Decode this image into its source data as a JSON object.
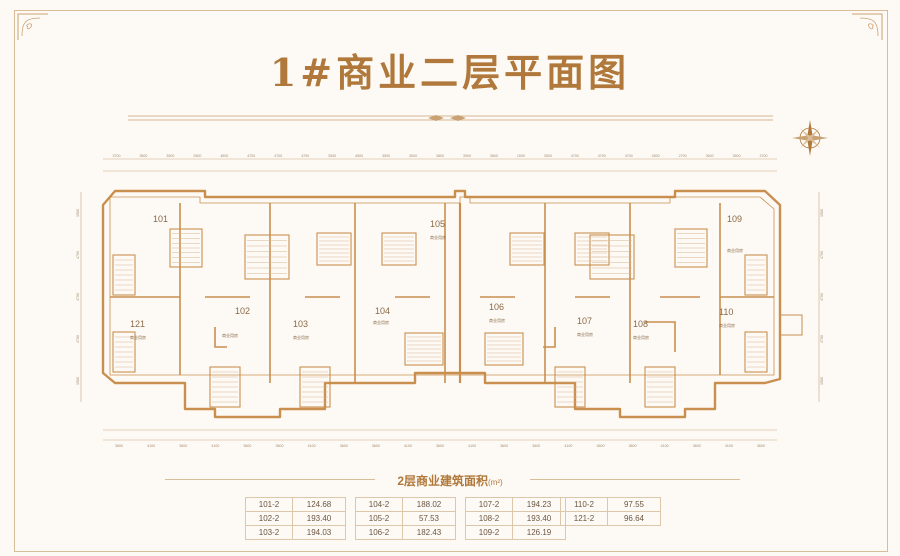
{
  "page": {
    "title": "1#商业二层平面图",
    "colors": {
      "accent": "#b0783a",
      "wall": "#c98f4e",
      "line": "#d9bd98",
      "background": "#fdfaf6"
    }
  },
  "plan": {
    "units": [
      {
        "id": "101",
        "sub": ""
      },
      {
        "id": "121",
        "sub": "商业用房"
      },
      {
        "id": "102",
        "sub": "商业用房"
      },
      {
        "id": "103",
        "sub": "商业用房"
      },
      {
        "id": "104",
        "sub": "商业用房"
      },
      {
        "id": "105",
        "sub": "商业用房"
      },
      {
        "id": "106",
        "sub": "商业用房"
      },
      {
        "id": "107",
        "sub": "商业用房"
      },
      {
        "id": "108",
        "sub": "商业用房"
      },
      {
        "id": "110",
        "sub": "商业用房"
      },
      {
        "id": "109",
        "sub": "商业用房"
      }
    ],
    "dims_top": [
      "3700",
      "3500",
      "3500",
      "2500",
      "4500",
      "4700",
      "4700",
      "4700",
      "3500",
      "4500",
      "3500",
      "3500",
      "3800",
      "3900",
      "3800",
      "1500",
      "3500",
      "4700",
      "4700",
      "4700",
      "4500",
      "2700",
      "3600",
      "3500",
      "3700"
    ],
    "dims_bottom": [
      "3600",
      "4100",
      "3600",
      "4100",
      "3600",
      "3600",
      "4100",
      "3600",
      "3600",
      "4100",
      "3600",
      "4100",
      "3600",
      "3600",
      "4100",
      "3600",
      "3600",
      "4100",
      "3600",
      "4100",
      "3600"
    ],
    "dims_left": [
      "1500",
      "4700",
      "4700",
      "4700",
      "1500"
    ],
    "dims_right": [
      "1500",
      "4700",
      "4700",
      "4700",
      "1500"
    ]
  },
  "areas": {
    "heading": "2层商业建筑面积",
    "unit": "(m²)",
    "groups": [
      {
        "rows": [
          [
            "101-2",
            "124.68"
          ],
          [
            "102-2",
            "193.40"
          ],
          [
            "103-2",
            "194.03"
          ]
        ]
      },
      {
        "rows": [
          [
            "104-2",
            "188.02"
          ],
          [
            "105-2",
            "57.53"
          ],
          [
            "106-2",
            "182.43"
          ]
        ]
      },
      {
        "rows": [
          [
            "107-2",
            "194.23"
          ],
          [
            "108-2",
            "193.40"
          ],
          [
            "109-2",
            "126.19"
          ]
        ]
      },
      {
        "rows": [
          [
            "110-2",
            "97.55"
          ],
          [
            "121-2",
            "96.64"
          ]
        ]
      }
    ]
  }
}
